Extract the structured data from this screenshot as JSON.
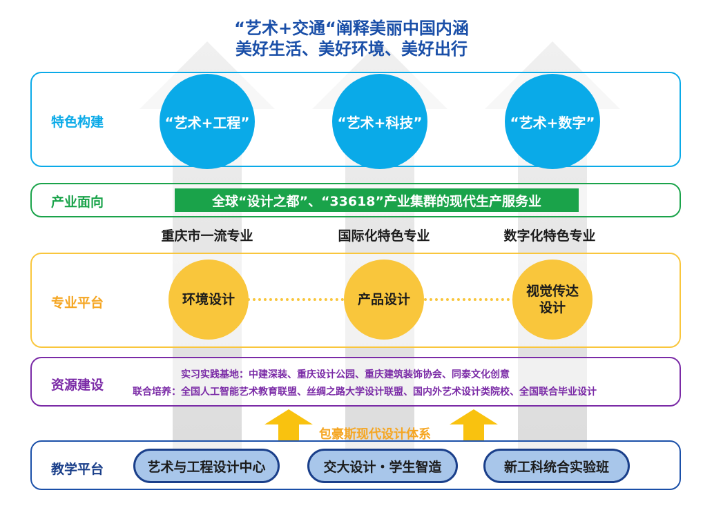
{
  "header": {
    "title_line1": "“艺术+交通“阐释美丽中国内涵",
    "title_line2": "美好生活、美好环境、美好出行"
  },
  "rows": {
    "feature": {
      "label": "特色构建",
      "circles": [
        "“艺术+工程”",
        "“艺术+科技”",
        "“艺术+数字”"
      ]
    },
    "industry": {
      "label": "产业面向",
      "banner": "全球“设计之都”、“33618”产业集群的现代生产服务业"
    },
    "majors": [
      "重庆市一流专业",
      "国际化特色专业",
      "数字化特色专业"
    ],
    "platform": {
      "label": "专业平台",
      "circles": [
        "环境设计",
        "产品设计",
        "视觉传达\n设计"
      ]
    },
    "resources": {
      "label": "资源建设",
      "line1": "实习实践基地：中建深装、重庆设计公园、重庆建筑装饰协会、同泰文化创意",
      "line2": "联合培养：全国人工智能艺术教育联盟、丝绸之路大学设计联盟、国内外艺术设计类院校、全国联合毕业设计"
    },
    "bauhaus": "包豪斯现代设计体系",
    "teaching": {
      "label": "教学平台",
      "pills": [
        "艺术与工程设计中心",
        "交大设计・学生智造",
        "新工科统合实验班"
      ]
    }
  },
  "colors": {
    "blue": "#0aaae8",
    "green": "#1aa34a",
    "yellow": "#f9c63c",
    "purple": "#7a2aa6",
    "navy": "#1a3f8a"
  }
}
